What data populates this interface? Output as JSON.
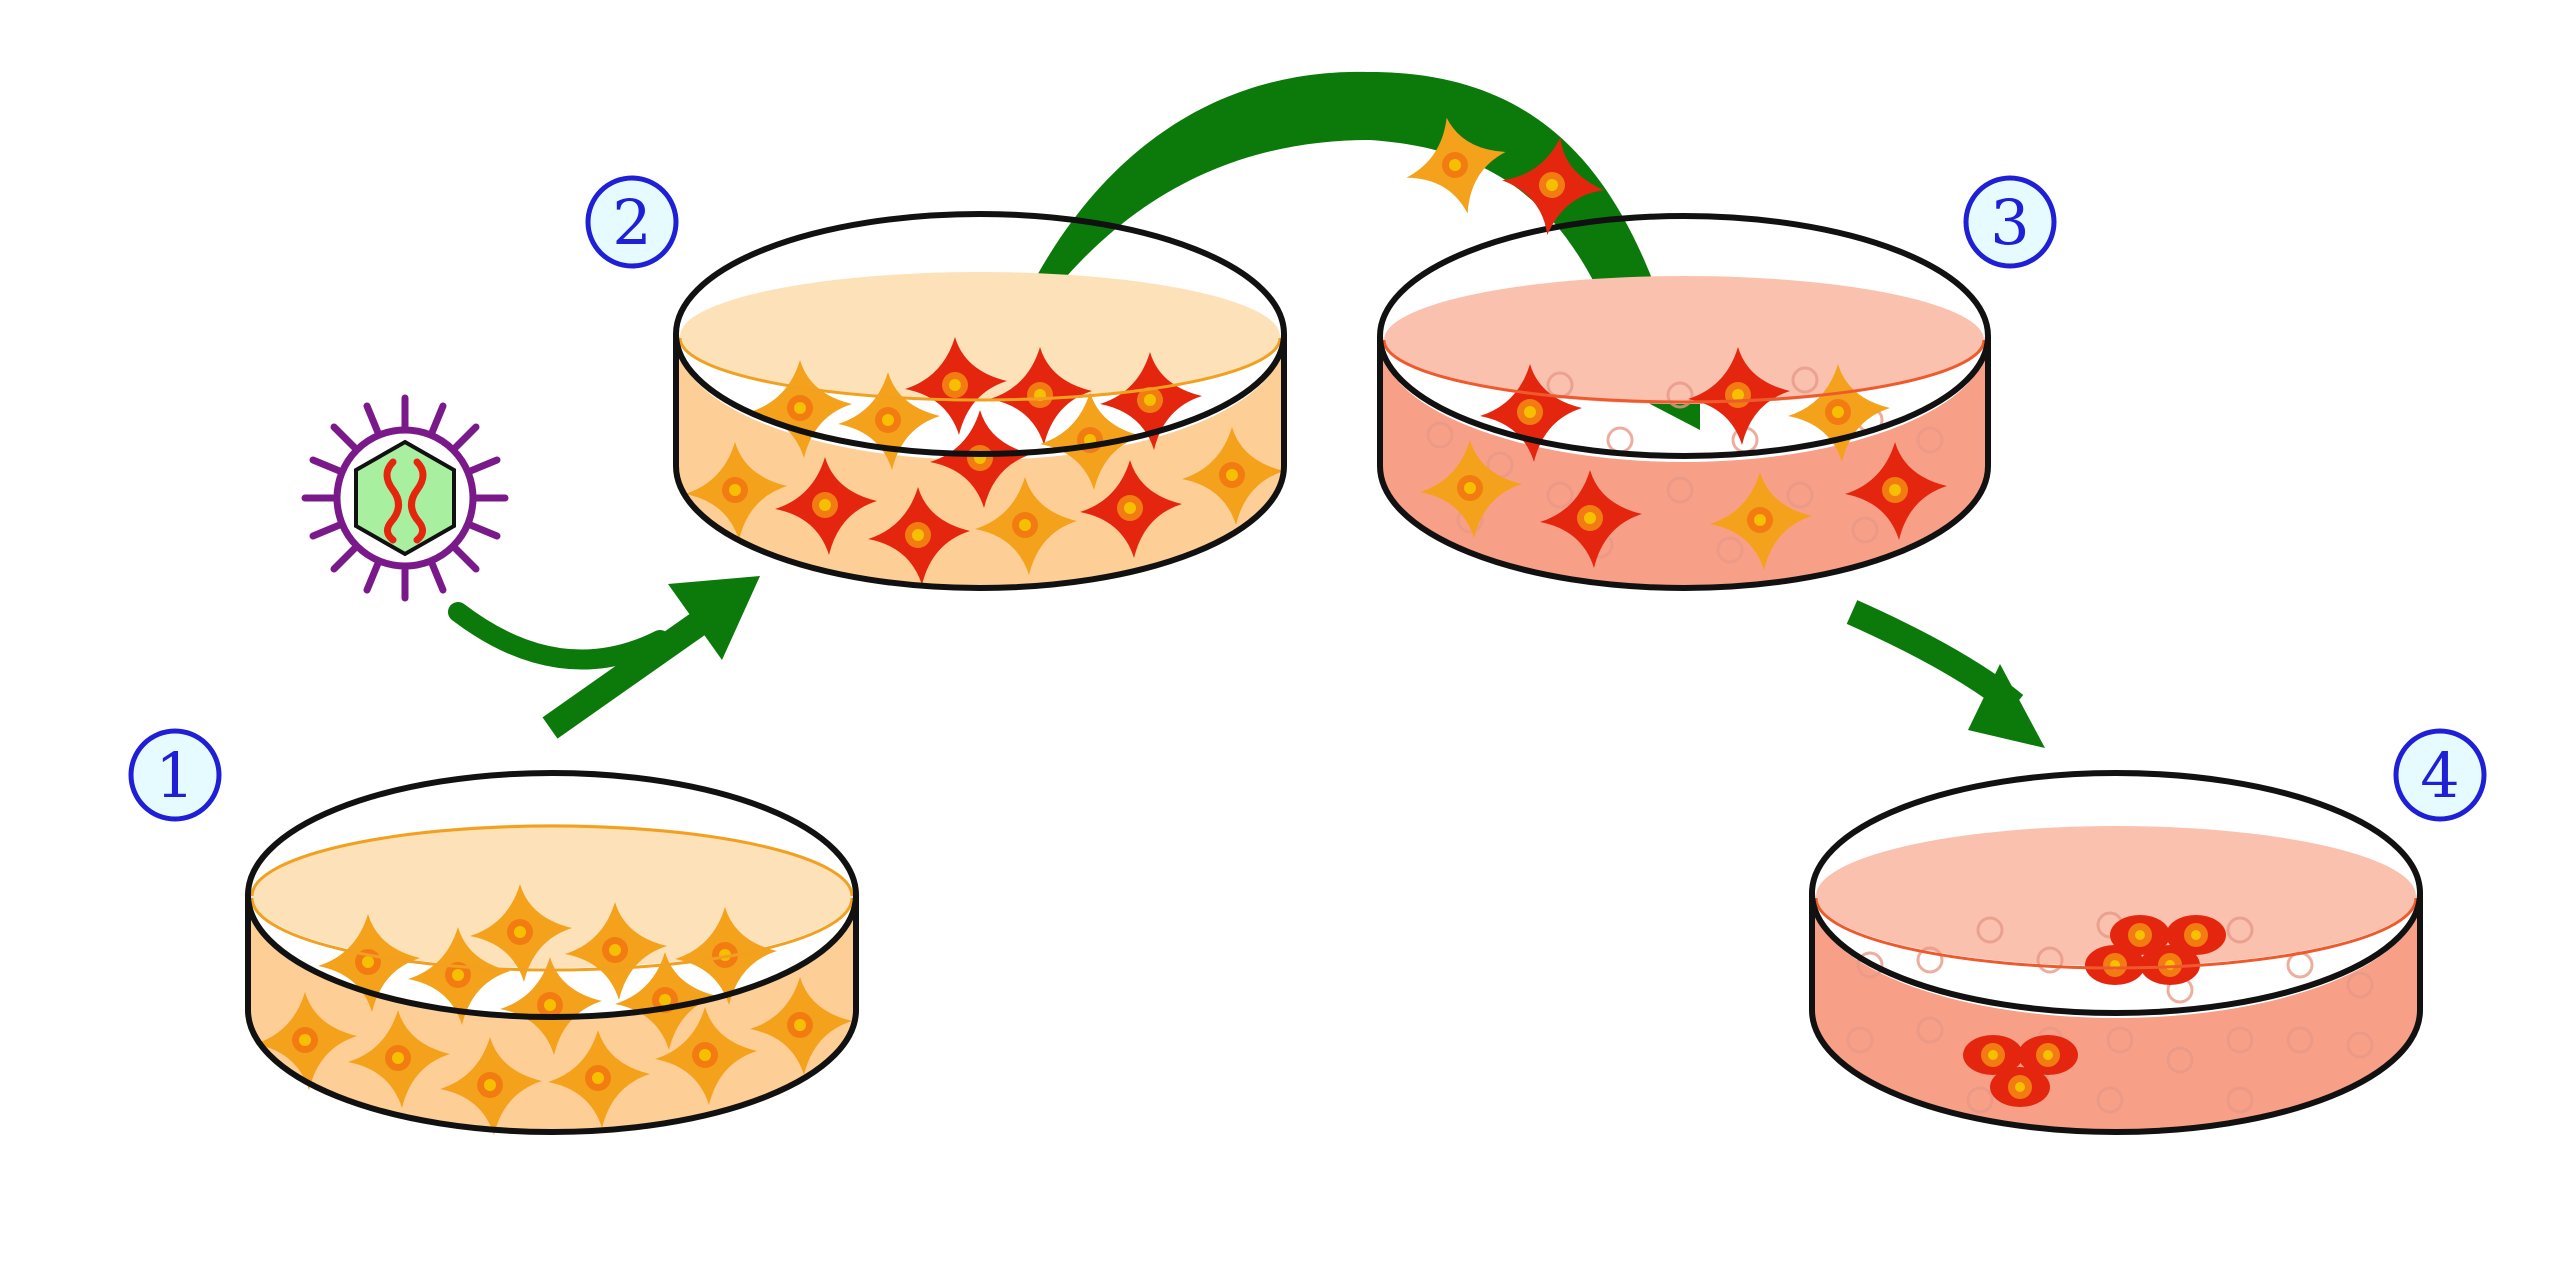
{
  "steps": [
    {
      "label": "1"
    },
    {
      "label": "2"
    },
    {
      "label": "3"
    },
    {
      "label": "4"
    }
  ],
  "colors": {
    "arrow": "#0b7a0b",
    "step_circle_stroke": "#1f1fd6",
    "step_circle_fill": "#e6fbff",
    "dish_rim": "#111111",
    "medium_normal": "#fdd79b",
    "medium_infected": "#f7a88c",
    "cell_normal": "#f4a21c",
    "cell_infected": "#e5260f",
    "nucleus": "#f6c000",
    "virus_envelope": "#7a1a8a",
    "virus_capsid": "#a8f0a0",
    "virus_genome": "#e5260f"
  },
  "icons": [
    "virus-icon",
    "arrow-icon",
    "petri-dish-icon",
    "cell-icon"
  ]
}
